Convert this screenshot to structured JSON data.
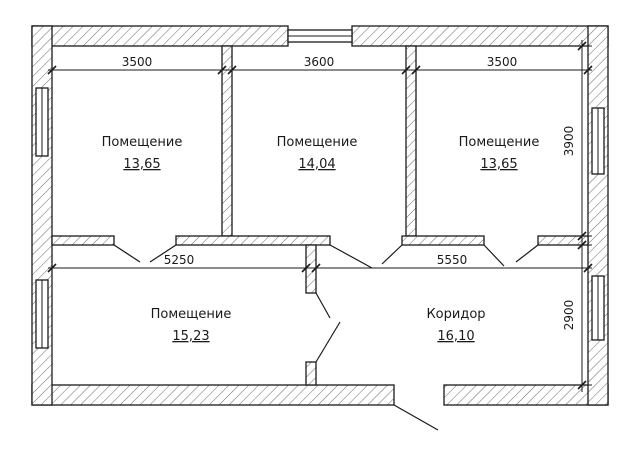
{
  "rooms": [
    {
      "name": "Помещение",
      "area": "13,65"
    },
    {
      "name": "Помещение",
      "area": "14,04"
    },
    {
      "name": "Помещение",
      "area": "13,65"
    },
    {
      "name": "Помещение",
      "area": "15,23"
    },
    {
      "name": "Коридор",
      "area": "16,10"
    }
  ],
  "dimensions": {
    "top_1": "3500",
    "top_2": "3600",
    "top_3": "3500",
    "mid_left": "5250",
    "mid_right": "5550",
    "right_upper": "3900",
    "right_lower": "2900"
  }
}
